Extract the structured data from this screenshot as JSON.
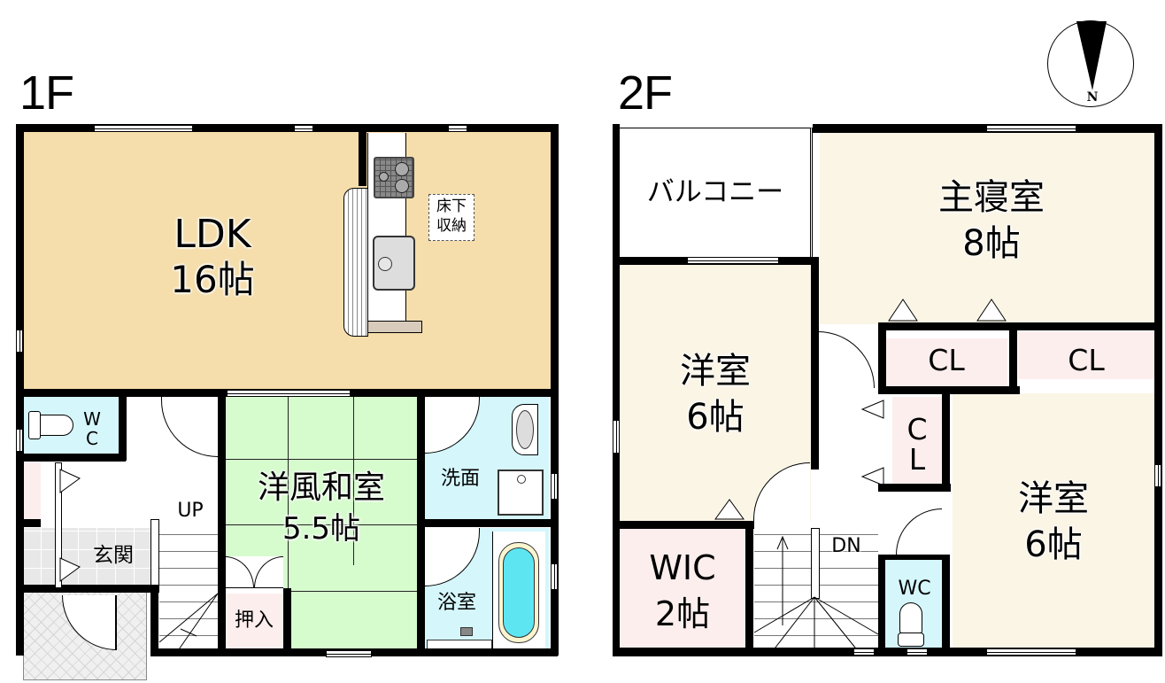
{
  "floors": {
    "first": {
      "title": "1F",
      "rooms": {
        "ldk": {
          "name": "LDK",
          "size": "16帖",
          "color": "#f5deab"
        },
        "underfloor_storage": {
          "line1": "床下",
          "line2": "収納"
        },
        "wc": {
          "line1": "W",
          "line2": "C",
          "color": "#d5f6fb"
        },
        "japanese_western": {
          "name": "洋風和室",
          "size": "5.5帖",
          "color": "#d6fcce"
        },
        "washroom": {
          "name": "洗面",
          "color": "#d5f6fb"
        },
        "bathroom": {
          "name": "浴室",
          "color": "#d5f6fb"
        },
        "entrance": {
          "name": "玄関",
          "color": "#e8e8e8"
        },
        "closet": {
          "name": "押入",
          "color": "#fdeeee"
        },
        "stairs": {
          "label": "UP"
        }
      }
    },
    "second": {
      "title": "2F",
      "rooms": {
        "balcony": {
          "name": "バルコニー",
          "color": "#ffffff"
        },
        "master_bedroom": {
          "name": "主寝室",
          "size": "8帖",
          "color": "#fbf5e6"
        },
        "western_left": {
          "name": "洋室",
          "size": "6帖",
          "color": "#fbf5e6"
        },
        "western_right": {
          "name": "洋室",
          "size": "6帖",
          "color": "#fbf5e6"
        },
        "closet_a": {
          "name": "CL",
          "color": "#fdeeee"
        },
        "closet_b": {
          "name": "CL",
          "color": "#fdeeee"
        },
        "closet_c": {
          "line1": "C",
          "line2": "L",
          "color": "#fdeeee"
        },
        "wic": {
          "name": "WIC",
          "size": "2帖",
          "color": "#fdeeee"
        },
        "wc": {
          "name": "WC",
          "color": "#d5f6fb"
        },
        "stairs": {
          "label": "DN"
        }
      }
    }
  },
  "compass": {
    "label": "N"
  }
}
